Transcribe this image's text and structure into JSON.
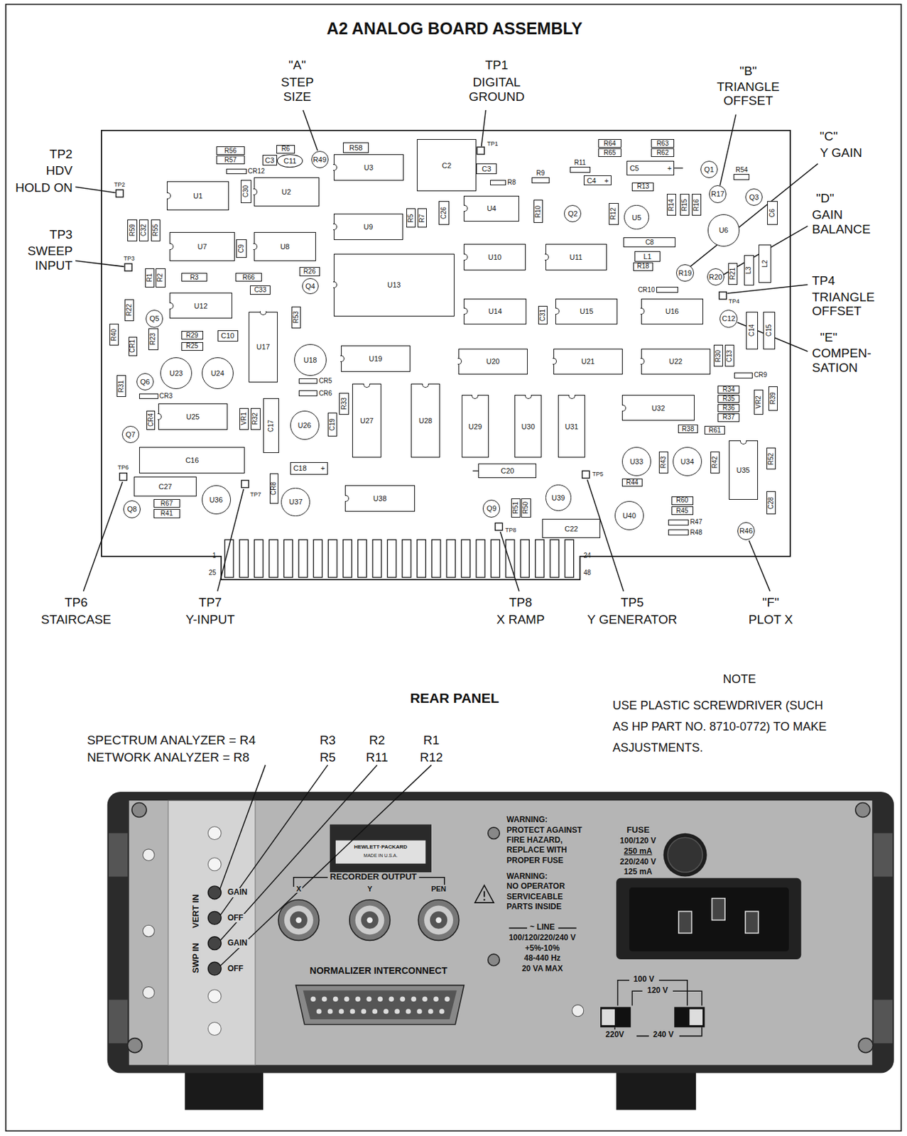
{
  "diagram": {
    "title": "A2 ANALOG BOARD ASSEMBLY",
    "nodes": [
      {
        "text": [
          "R56"
        ]
      },
      {
        "text": [
          "R57"
        ]
      },
      {
        "text": [
          "CR12"
        ]
      },
      {
        "text": [
          "R6"
        ]
      },
      {
        "text": [
          "C3"
        ]
      },
      {
        "text": [
          "C11"
        ]
      },
      {
        "text": [
          "R49"
        ]
      },
      {
        "text": [
          "R58"
        ]
      },
      {
        "text": [
          "U3"
        ]
      },
      {
        "text": [
          "C2"
        ]
      },
      {
        "text": [
          "C3"
        ]
      },
      {
        "text": [
          "R8"
        ]
      },
      {
        "text": [
          "R9"
        ]
      },
      {
        "text": [
          "R11"
        ]
      },
      {
        "text": [
          "R64"
        ]
      },
      {
        "text": [
          "R65"
        ]
      },
      {
        "text": [
          "R63"
        ]
      },
      {
        "text": [
          "R62"
        ]
      },
      {
        "text": [
          "C4",
          "+"
        ]
      },
      {
        "text": [
          "C5",
          "+"
        ]
      },
      {
        "text": [
          "R13"
        ]
      },
      {
        "text": [
          "Q1"
        ]
      },
      {
        "text": [
          "R54"
        ]
      },
      {
        "text": [
          "R17"
        ]
      },
      {
        "text": [
          "Q3"
        ]
      },
      {
        "text": [
          "C6"
        ]
      },
      {
        "text": [
          "R14"
        ]
      },
      {
        "text": [
          "R15"
        ]
      },
      {
        "text": [
          "R16"
        ]
      },
      {
        "text": [
          "R12"
        ]
      },
      {
        "text": [
          "U5"
        ]
      },
      {
        "text": [
          "Q2"
        ]
      },
      {
        "text": [
          "R10"
        ]
      },
      {
        "text": [
          "U4"
        ]
      },
      {
        "text": [
          "C26"
        ]
      },
      {
        "text": [
          "R5"
        ]
      },
      {
        "text": [
          "R7"
        ]
      },
      {
        "text": [
          "U9"
        ]
      },
      {
        "text": [
          "U1"
        ]
      },
      {
        "text": [
          "C30"
        ]
      },
      {
        "text": [
          "U2"
        ]
      },
      {
        "text": [
          "U6"
        ]
      },
      {
        "text": [
          "R59"
        ]
      },
      {
        "text": [
          "C32"
        ]
      },
      {
        "text": [
          "R55"
        ]
      },
      {
        "text": [
          "U7"
        ]
      },
      {
        "text": [
          "C9"
        ]
      },
      {
        "text": [
          "U8"
        ]
      },
      {
        "text": [
          "R1"
        ]
      },
      {
        "text": [
          "R2"
        ]
      },
      {
        "text": [
          "R3"
        ]
      },
      {
        "text": [
          "R66"
        ]
      },
      {
        "text": [
          "C33"
        ]
      },
      {
        "text": [
          "R26"
        ]
      },
      {
        "text": [
          "Q4"
        ]
      },
      {
        "text": [
          "U13"
        ]
      },
      {
        "text": [
          "U10"
        ]
      },
      {
        "text": [
          "U11"
        ]
      },
      {
        "text": [
          "C8"
        ]
      },
      {
        "text": [
          "L1"
        ]
      },
      {
        "text": [
          "R18"
        ]
      },
      {
        "text": [
          "R19"
        ]
      },
      {
        "text": [
          "R20"
        ]
      },
      {
        "text": [
          "R21"
        ]
      },
      {
        "text": [
          "L3"
        ]
      },
      {
        "text": [
          "L2"
        ]
      },
      {
        "text": [
          "CR10"
        ]
      },
      {
        "text": [
          "U12"
        ]
      },
      {
        "text": [
          "R22"
        ]
      },
      {
        "text": [
          "R53"
        ]
      },
      {
        "text": [
          "U14"
        ]
      },
      {
        "text": [
          "C31"
        ]
      },
      {
        "text": [
          "U15"
        ]
      },
      {
        "text": [
          "U16"
        ]
      },
      {
        "text": [
          "C12"
        ]
      },
      {
        "text": [
          "C14"
        ]
      },
      {
        "text": [
          "C15"
        ]
      },
      {
        "text": [
          "Q5"
        ]
      },
      {
        "text": [
          "R40"
        ]
      },
      {
        "text": [
          "CR1"
        ]
      },
      {
        "text": [
          "R23"
        ]
      },
      {
        "text": [
          "R29"
        ]
      },
      {
        "text": [
          "R25"
        ]
      },
      {
        "text": [
          "C10"
        ]
      },
      {
        "text": [
          "U17"
        ]
      },
      {
        "text": [
          "U18"
        ]
      },
      {
        "text": [
          "U19"
        ]
      },
      {
        "text": [
          "U20"
        ]
      },
      {
        "text": [
          "U21"
        ]
      },
      {
        "text": [
          "U22"
        ]
      },
      {
        "text": [
          "R30"
        ]
      },
      {
        "text": [
          "C13"
        ]
      },
      {
        "text": [
          "CR9"
        ]
      },
      {
        "text": [
          "U23"
        ]
      },
      {
        "text": [
          "U24"
        ]
      },
      {
        "text": [
          "R31"
        ]
      },
      {
        "text": [
          "Q6"
        ]
      },
      {
        "text": [
          "CR3"
        ]
      },
      {
        "text": [
          "CR5"
        ]
      },
      {
        "text": [
          "CR6"
        ]
      },
      {
        "text": [
          "R33"
        ]
      },
      {
        "text": [
          "U25"
        ]
      },
      {
        "text": [
          "CR4"
        ]
      },
      {
        "text": [
          "VR1"
        ]
      },
      {
        "text": [
          "R32"
        ]
      },
      {
        "text": [
          "C17"
        ]
      },
      {
        "text": [
          "U26"
        ]
      },
      {
        "text": [
          "C19"
        ]
      },
      {
        "text": [
          "U27"
        ]
      },
      {
        "text": [
          "U28"
        ]
      },
      {
        "text": [
          "U29"
        ]
      },
      {
        "text": [
          "U30"
        ]
      },
      {
        "text": [
          "U31"
        ]
      },
      {
        "text": [
          "U32"
        ]
      },
      {
        "text": [
          "R34"
        ]
      },
      {
        "text": [
          "R35"
        ]
      },
      {
        "text": [
          "R36"
        ]
      },
      {
        "text": [
          "R37"
        ]
      },
      {
        "text": [
          "VR2"
        ]
      },
      {
        "text": [
          "R39"
        ]
      },
      {
        "text": [
          "R38"
        ]
      },
      {
        "text": [
          "R61"
        ]
      },
      {
        "text": [
          "Q7"
        ]
      },
      {
        "text": [
          "C16"
        ]
      },
      {
        "text": [
          "C18",
          "+"
        ]
      },
      {
        "text": [
          "C20"
        ]
      },
      {
        "text": [
          "U33"
        ]
      },
      {
        "text": [
          "R43"
        ]
      },
      {
        "text": [
          "U34"
        ]
      },
      {
        "text": [
          "R42"
        ]
      },
      {
        "text": [
          "U35"
        ]
      },
      {
        "text": [
          "R52"
        ]
      },
      {
        "text": [
          "R44"
        ]
      },
      {
        "text": [
          "C27"
        ]
      },
      {
        "text": [
          "U36"
        ]
      },
      {
        "text": [
          "CR8"
        ]
      },
      {
        "text": [
          "U37"
        ]
      },
      {
        "text": [
          "C28"
        ]
      },
      {
        "text": [
          "Q8"
        ]
      },
      {
        "text": [
          "R67"
        ]
      },
      {
        "text": [
          "R41"
        ]
      },
      {
        "text": [
          "U38"
        ]
      },
      {
        "text": [
          "Q9"
        ]
      },
      {
        "text": [
          "R51"
        ]
      },
      {
        "text": [
          "R50"
        ]
      },
      {
        "text": [
          "U39"
        ]
      },
      {
        "text": [
          "C22"
        ]
      },
      {
        "text": [
          "U40"
        ]
      },
      {
        "text": [
          "R60"
        ]
      },
      {
        "text": [
          "R45"
        ]
      },
      {
        "text": [
          "R47"
        ]
      },
      {
        "text": [
          "R48"
        ]
      },
      {
        "text": [
          "R46"
        ]
      }
    ],
    "labels": [
      "\"A\"",
      "STEP SIZE",
      "TP1",
      "DIGITAL GROUND",
      "\"B\"",
      "TRIANGLE OFFSET",
      "\"C\"",
      "Y GAIN",
      "\"D\"",
      "GAIN BALANCE",
      "TP4",
      "TRIANGLE OFFSET",
      "\"E\"",
      "COMPEN- SATION",
      "TP2",
      "HDV",
      "HOLD ON",
      "TP3",
      "SWEEP INPUT",
      "TP6",
      "STAIRCASE",
      "TP7",
      "Y-INPUT",
      "TP8",
      "X RAMP",
      "TP5",
      "Y GENERATOR",
      "\"F\"",
      "PLOT X",
      "TP1",
      "TP2",
      "TP3",
      "TP4",
      "TP5",
      "TP6",
      "TP7",
      "TP8",
      "1",
      "25",
      "24",
      "48",
      "REAR PANEL",
      "NOTE",
      "USE PLASTIC SCREWDRIVER (SUCH",
      "AS HP PART NO. 8710-0772) TO MAKE",
      "ASJUSTMENTS.",
      "SPECTRUM ANALYZER = R4",
      "R3",
      "R2",
      "R1",
      "NETWORK ANALYZER = R8",
      "R5",
      "R11",
      "R12",
      "GAIN",
      "OFF",
      "GAIN",
      "OFF",
      "VERT IN",
      "SWP IN",
      "HEWLETT·PACKARD",
      "MADE IN U.S.A.",
      "RECORDER OUTPUT",
      "X",
      "Y",
      "PEN",
      "NORMALIZER INTERCONNECT",
      "WARNING:",
      "PROTECT AGAINST",
      "FIRE HAZARD,",
      "REPLACE WITH",
      "PROPER FUSE",
      "WARNING:",
      "NO OPERATOR",
      "SERVICEABLE",
      "PARTS INSIDE",
      "~ LINE",
      "100/120/220/240 V",
      "+5%-10%",
      "48-440 Hz",
      "20 VA MAX",
      "FUSE",
      "100/120 V",
      "250 mA",
      "220/240 V",
      "125 mA",
      "100 V",
      "120 V",
      "220V",
      "240 V"
    ]
  }
}
